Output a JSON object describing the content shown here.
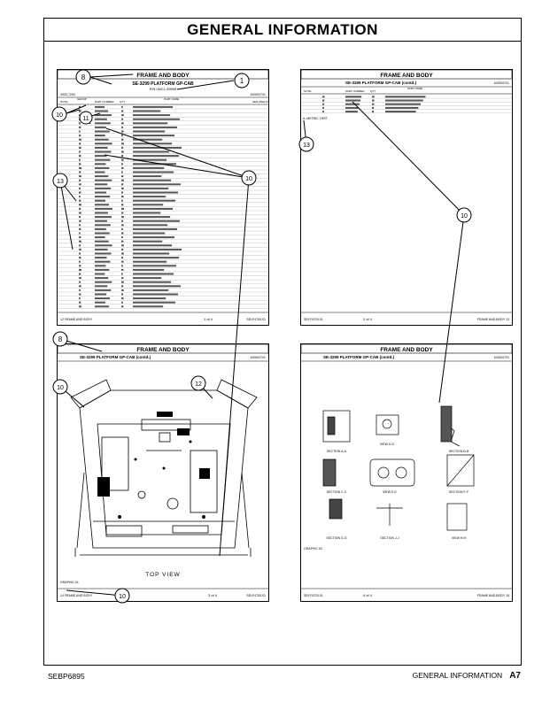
{
  "page": {
    "banner_title": "GENERAL INFORMATION",
    "footer_doc_number": "SEBP6895",
    "footer_section": "GENERAL INFORMATION",
    "footer_page": "A7"
  },
  "sheets": {
    "top_left": {
      "header": "FRAME AND BODY",
      "subtitle": "SE-3299 PLATFORM GP-CAB",
      "pin_line": "P/N 0NC1-99999",
      "doc_left": "0903-7203",
      "doc_right": "100000701",
      "col_note": "NOTE",
      "col_group": "GROUP",
      "col_part": "PART NUMBER",
      "col_qty": "QTY",
      "col_name": "PART NAME",
      "col_ser": "SER PREFIX",
      "page_info": "1 of 4",
      "page_left": "12 FRAME AND BODY",
      "page_right": "SELF4703-01"
    },
    "top_right": {
      "header": "FRAME AND BODY",
      "subtitle": "SE-3299 PLATFORM GP-CAB (contd.)",
      "doc_right": "100000701",
      "col_note": "NOTE",
      "col_part": "PART NUMBER",
      "col_qty": "QTY",
      "col_name": "PART NAME",
      "note_text": "A: METRIC THRT",
      "page_info": "2 of 4",
      "page_left": "SELF4703-01",
      "page_right": "FRAME AND BODY 13"
    },
    "bottom_left": {
      "header": "FRAME AND BODY",
      "subtitle": "SE-3299 PLATFORM GP-CAB (contd.)",
      "doc_right": "100000701",
      "view_label": "TOP VIEW",
      "graphic_label": "GRAPHIC 01",
      "page_info": "3 of 4",
      "page_left": "14 FRAME AND BODY",
      "page_right": "SELF4703-01"
    },
    "bottom_right": {
      "header": "FRAME AND BODY",
      "subtitle": "SE-3299 PLATFORM GP-CAB (contd.)",
      "doc_right": "100000701",
      "graphic_label": "GRAPHIC 02",
      "section_labels": [
        "SECTION A-A",
        "VIEW D-D",
        "SECTION B-B",
        "SECTION C-C",
        "VIEW E-E",
        "SECTION F-F",
        "SECTION G-G",
        "SECTION J-J",
        "VIEW H-H"
      ],
      "page_info": "4 of 4",
      "page_left": "SELF4703-01",
      "page_right": "FRAME AND BODY 15"
    }
  },
  "callouts": {
    "c8": "8",
    "c1": "1",
    "c10": "10",
    "c11": "11",
    "c13": "13",
    "c12": "12"
  }
}
